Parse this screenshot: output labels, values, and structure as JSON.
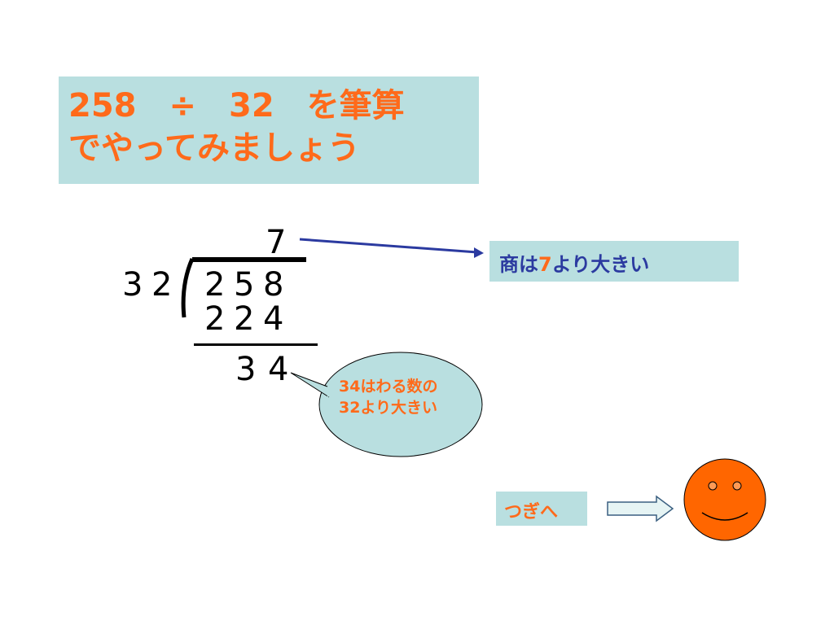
{
  "title": {
    "line1": "258　÷　32　を筆算",
    "line2": "でやってみましょう"
  },
  "division": {
    "quotient": "7",
    "divisor": [
      "3",
      "2"
    ],
    "dividend": [
      "2",
      "5",
      "8"
    ],
    "product": [
      "2",
      "2",
      "4"
    ],
    "remainder": [
      "3",
      "4"
    ]
  },
  "quotient_note": {
    "prefix": "商は",
    "number": "7",
    "suffix": "より大きい"
  },
  "bubble": {
    "line1": "34はわる数の",
    "line2": "32より大きい"
  },
  "next_button": {
    "label": "つぎへ"
  },
  "colors": {
    "accent_orange": "#ff6a1a",
    "box_teal": "#b9dfe0",
    "arrow_blue": "#2b3aa0",
    "face_orange": "#ff6600"
  },
  "icons": {
    "arrow_to_note": "arrow-right-icon",
    "next_arrow": "block-arrow-right-icon",
    "face": "smiley-face-icon"
  }
}
